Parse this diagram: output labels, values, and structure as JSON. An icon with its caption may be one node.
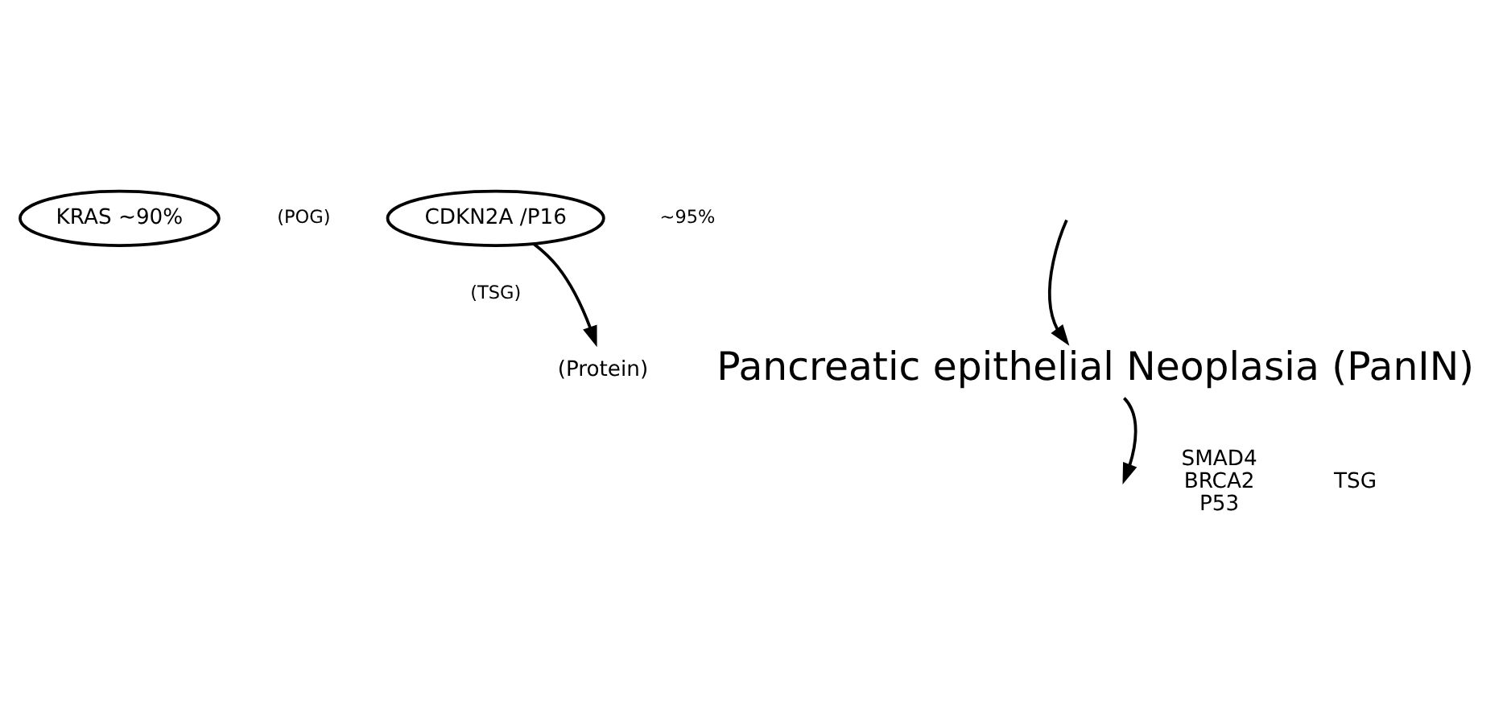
{
  "diagram": {
    "nodes": [
      {
        "text": [
          "KRAS ~90%"
        ],
        "beside": [
          "(POG)"
        ]
      },
      {
        "text": [
          "CDKN2A /P16"
        ],
        "beside": [
          "~95%",
          "(TSG)"
        ]
      },
      {
        "text": [
          "(Protein)"
        ]
      },
      {
        "text": [
          "Pancreatic epithelial Neoplasia (PanIN)"
        ]
      }
    ],
    "edges": [
      {
        "from": null,
        "to": 3,
        "arrow": "to"
      },
      {
        "from": 1,
        "to": 2,
        "arrow": "to"
      },
      {
        "from": 3,
        "to": null,
        "arrow": "to"
      }
    ],
    "labels": [
      "SMAD4",
      "BRCA2",
      "P53",
      "TSG"
    ]
  }
}
